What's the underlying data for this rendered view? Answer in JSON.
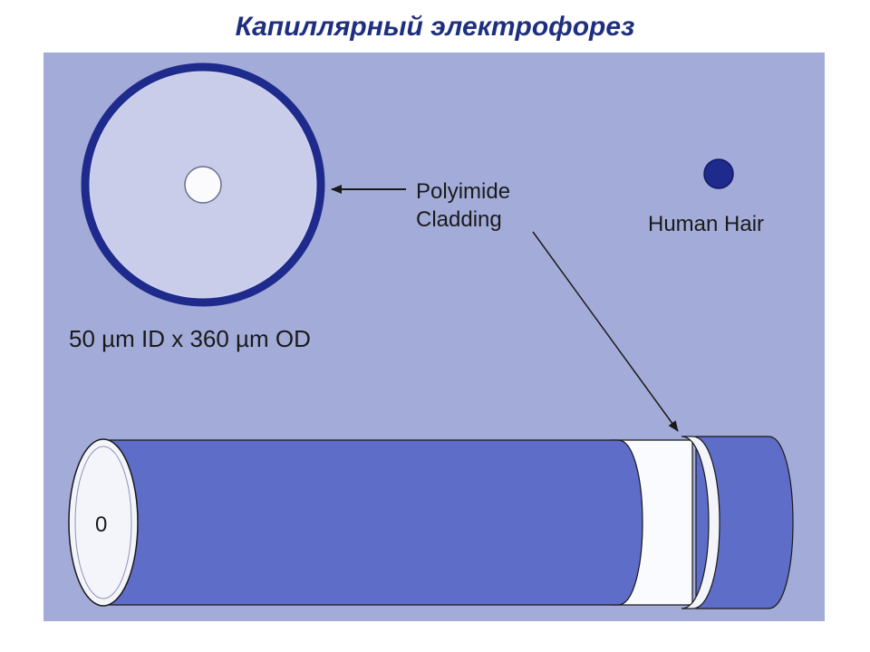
{
  "title": "Капиллярный электрофорез",
  "labels": {
    "polyimide_line1": "Polyimide",
    "polyimide_line2": "Cladding",
    "human_hair": "Human Hair",
    "dimensions": "50 µm ID x 360 µm OD",
    "end_mark": "0"
  },
  "colors": {
    "panel_background": "#a3acd9",
    "title": "#1f2f80",
    "cladding_ring": "#1e2a8c",
    "cladding_tube": "#5e6dc7",
    "fused_silica": "#f4f5fb",
    "hair": "#1e2a8c"
  }
}
